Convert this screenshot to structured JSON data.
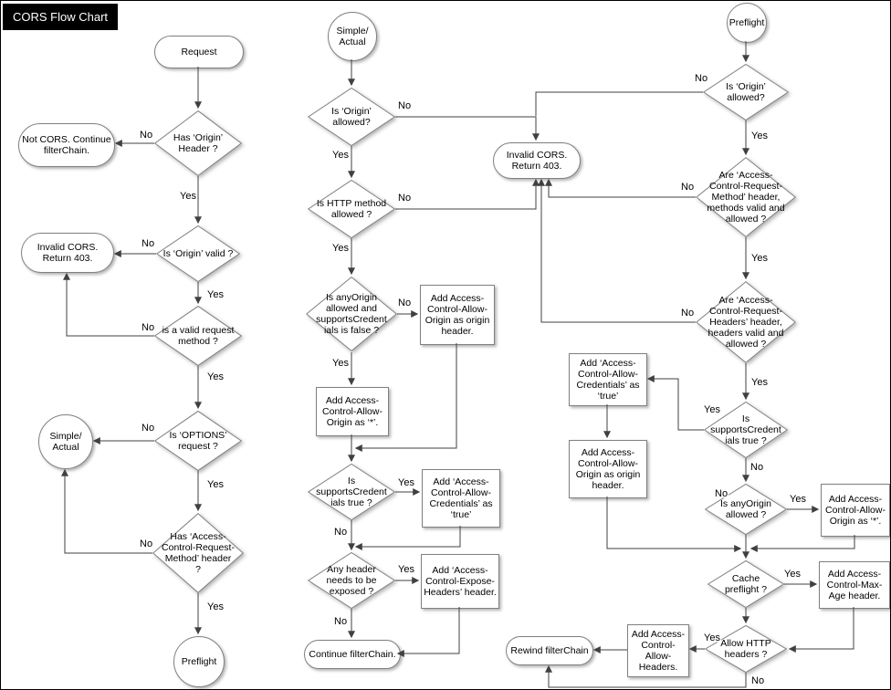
{
  "title": "CORS Flow Chart",
  "labels": {
    "yes": "Yes",
    "no": "No"
  },
  "colors": {
    "node_fill": "#ffffff",
    "node_border": "#808080",
    "edge": "#404040",
    "title_bg": "#000000",
    "title_fg": "#ffffff"
  },
  "nodes": {
    "request": "Request",
    "has_origin": "Has ‘Origin’\nHeader ?",
    "not_cors": "Not CORS. Continue\nfilterChain.",
    "origin_valid": "Is ‘Origin’ valid ?",
    "invalid_left": "Invalid CORS.\nReturn 403.",
    "valid_method": "is a valid request\nmethod ?",
    "options_req": "Is ‘OPTIONS’\nrequest ?",
    "simple_left": "Simple/\nActual",
    "acrm_header": "Has ‘Access-\nControl-Request-\nMethod’ header\n?",
    "preflight_left": "Preflight",
    "simple_mid": "Simple/\nActual",
    "m_origin": "Is ‘Origin’\nallowed?",
    "m_http": "Is HTTP method\nallowed ?",
    "m_anyorigin": "Is anyOrigin\nallowed and\nsupportsCredent\nials is false ?",
    "m_addorigin": "Add Access-\nControl-Allow-\nOrigin as origin\nheader.",
    "m_addstar": "Add Access-\nControl-Allow-\nOrigin as ‘*’.",
    "m_supportscred": "Is\nsupportsCredent\nials true ?",
    "m_addcred": "Add ‘Access-\nControl-Allow-\nCredentials’ as\n‘true’",
    "m_anyheader": "Any header\nneeds to be\nexposed ?",
    "m_addexpose": "Add ‘Access-\nControl-Expose-\nHeaders’ header.",
    "m_continue": "Continue filterChain.",
    "m_invalid": "Invalid CORS.\nReturn 403.",
    "r_preflight": "Preflight",
    "r_origin": "Is ‘Origin’\nallowed?",
    "r_acrm": "Are ‘Access-\nControl-Request-\nMethod’ header,\nmethods valid and\nallowed ?",
    "r_acrh": "Are ‘Access-\nControl-Request-\nHeaders’ header,\nheaders valid and\nallowed ?",
    "r_supportscred": "Is\nsupportsCredent\nials true ?",
    "r_addcred": "Add ‘Access-\nControl-Allow-\nCredentials’ as\n‘true’",
    "r_addorigin": "Add Access-\nControl-Allow-\nOrigin as origin\nheader.",
    "r_anyorigin": "Is anyOrigin\nallowed ?",
    "r_addstar": "Add Access-\nControl-Allow-\nOrigin as ‘*’.",
    "r_cache": "Cache\npreflight ?",
    "r_maxage": "Add Access-\nControl-Max-\nAge header.",
    "r_allowhttp": "Allow HTTP\nheaders ?",
    "r_addheaders": "Add Access-\nControl-\nAllow-\nHeaders.",
    "r_rewind": "Rewind filterChain"
  }
}
